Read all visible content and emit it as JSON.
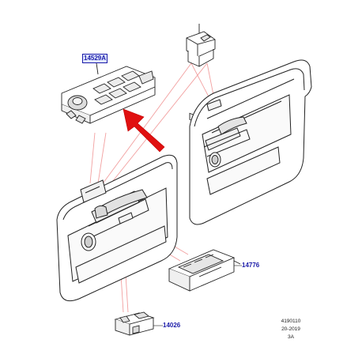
{
  "labels": {
    "window_switch_pack": "14529A",
    "rear_switch": "14776",
    "single_switch": "14026"
  },
  "reference": {
    "code": "4190110",
    "date": "20-2019",
    "sheet": "3A"
  },
  "colors": {
    "leader_lines": "#f2a0a0",
    "arrow": "#e01010",
    "label_text": "#1a1aa8",
    "outline": "#222222"
  }
}
